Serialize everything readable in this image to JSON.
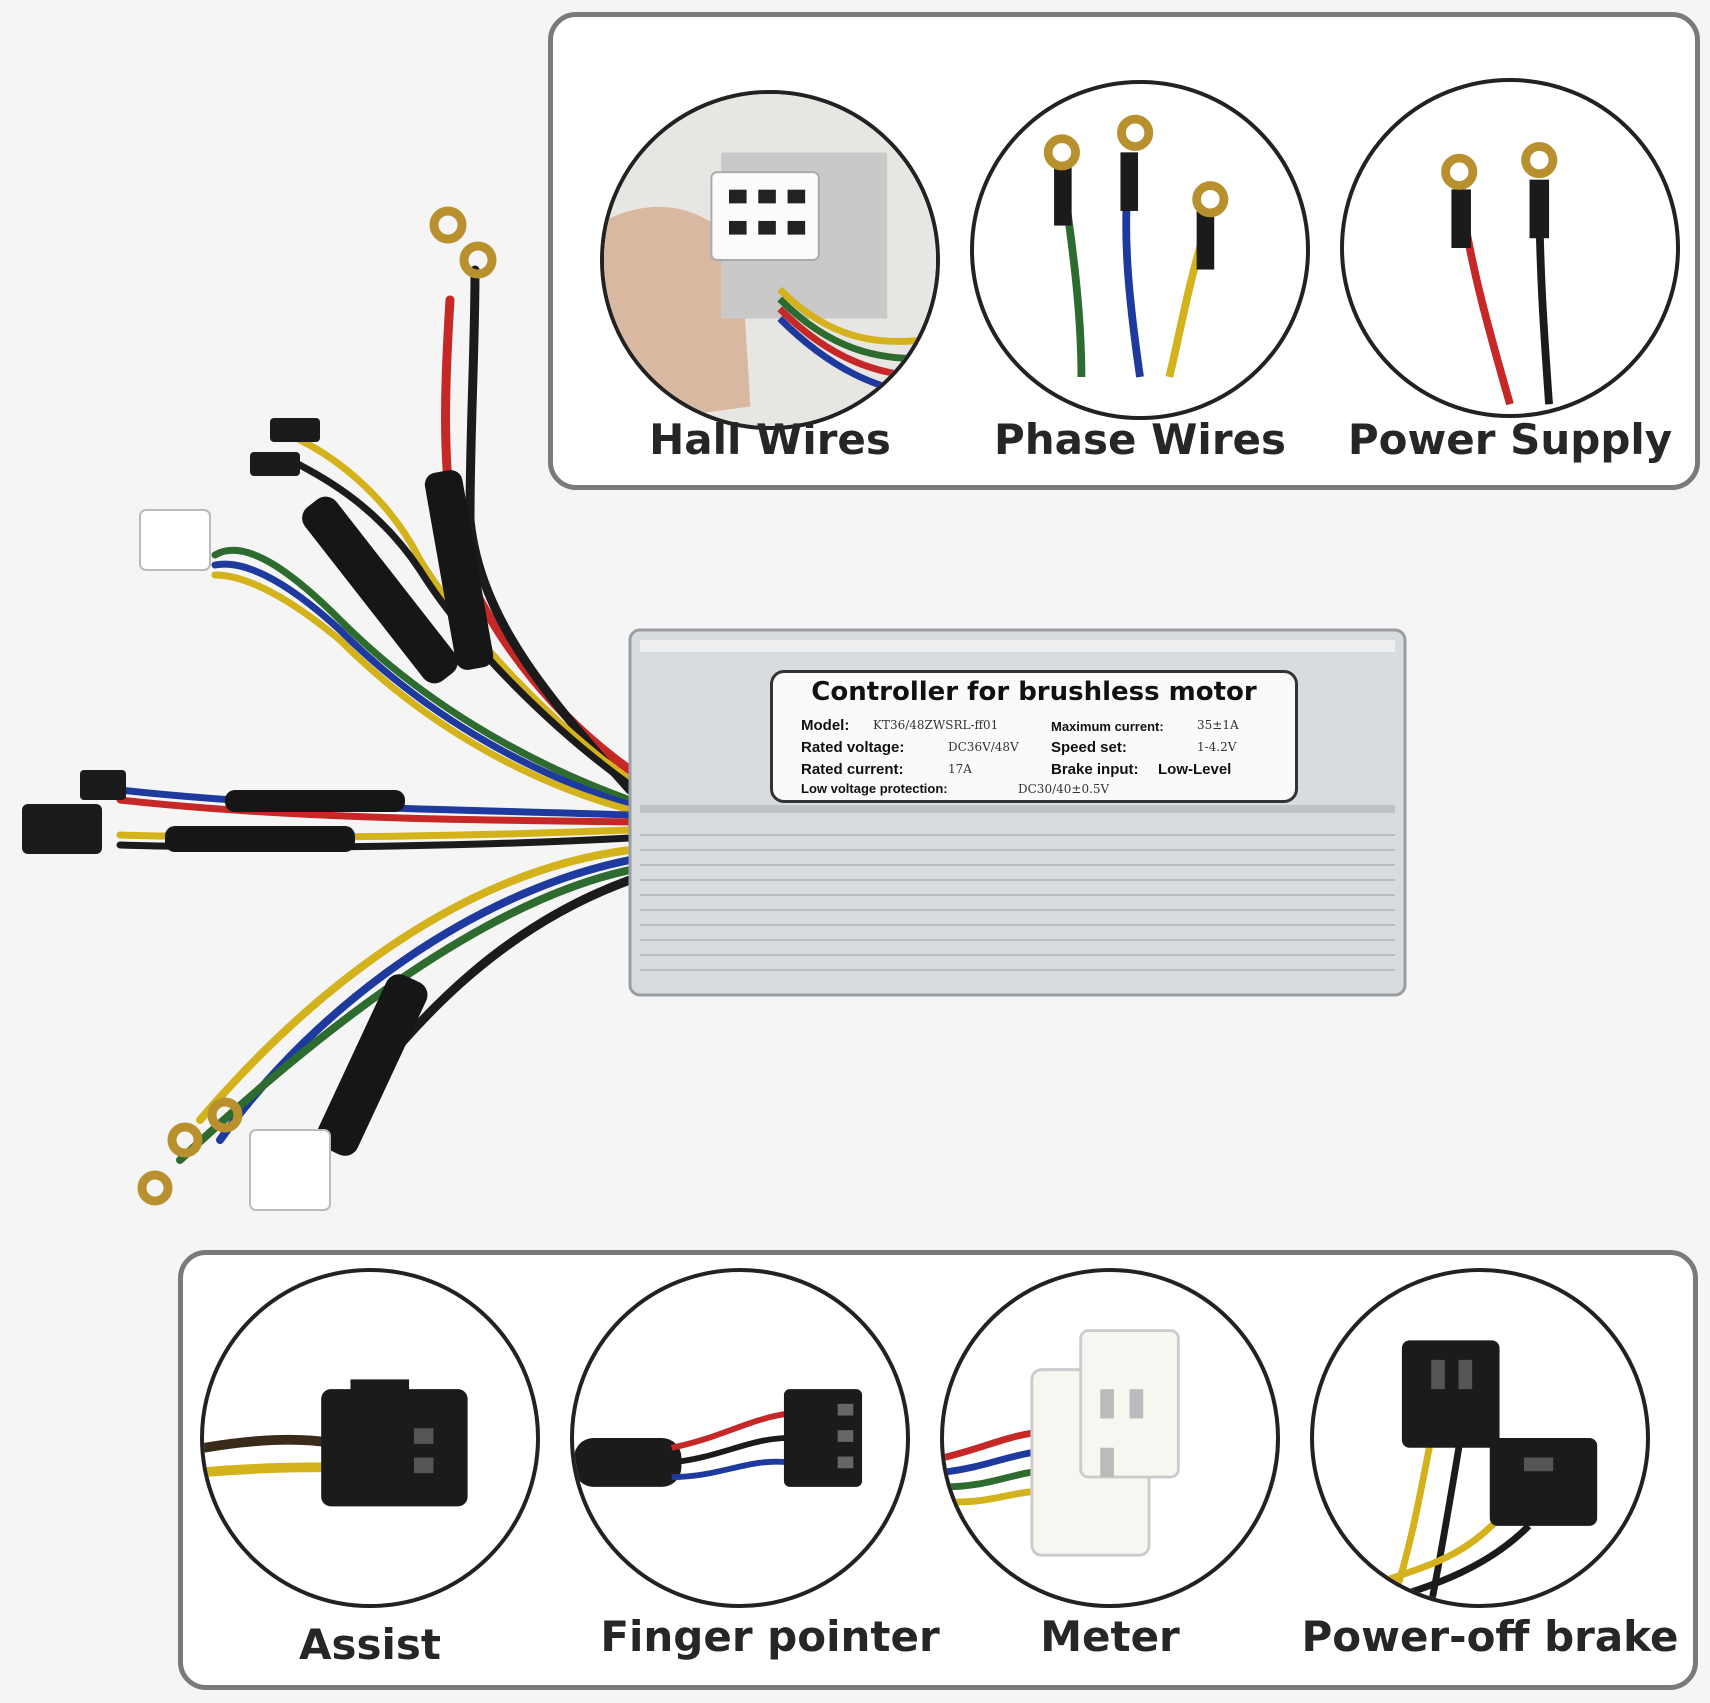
{
  "top_panel": {
    "items": [
      {
        "caption": "Hall Wires",
        "icon": "hall-connector-photo"
      },
      {
        "caption": "Phase Wires",
        "icon": "phase-wires-photo"
      },
      {
        "caption": "Power Supply",
        "icon": "power-wires-photo"
      }
    ]
  },
  "bottom_panel": {
    "items": [
      {
        "caption": "Assist",
        "icon": "assist-connector-photo"
      },
      {
        "caption": "Finger pointer",
        "icon": "throttle-connector-photo"
      },
      {
        "caption": "Meter",
        "icon": "meter-connector-photo"
      },
      {
        "caption": "Power-off brake",
        "icon": "brake-connector-photo"
      }
    ]
  },
  "controller": {
    "title": "Controller for brushless motor",
    "specs": {
      "model_label": "Model:",
      "model_value": "KT36/48ZWSRL-ff01",
      "rated_voltage_label": "Rated voltage:",
      "rated_voltage_value": "DC36V/48V",
      "rated_current_label": "Rated current:",
      "rated_current_value": "17A",
      "low_voltage_label": "Low voltage protection:",
      "low_voltage_value": "DC30/40±0.5V",
      "max_current_label": "Maximum current:",
      "max_current_value": "35±1A",
      "speed_set_label": "Speed  set:",
      "speed_set_value": "1-4.2V",
      "brake_input_label": "Brake input:",
      "brake_input_value": "Low-Level"
    }
  },
  "colors": {
    "panel_border": "#7a7a7a",
    "wire_red": "#c62828",
    "wire_black": "#1b1b1b",
    "wire_blue": "#1e3a9e",
    "wire_green": "#2e6b2e",
    "wire_yellow": "#d4b21c",
    "housing": "#d9dcde",
    "terminal": "#b8912e"
  }
}
